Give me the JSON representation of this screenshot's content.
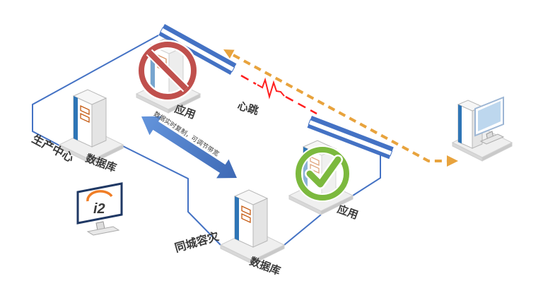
{
  "diagram": {
    "type": "same-city disaster recovery architecture",
    "nodes": {
      "production_app": {
        "label": "应用",
        "status_icon": "prohibited-icon"
      },
      "production_db": {
        "label": "数据库"
      },
      "production_center": {
        "label": "生产中心"
      },
      "dr_app": {
        "label": "应用",
        "status_icon": "check-icon"
      },
      "dr_db": {
        "label": "数据库"
      },
      "dr_center": {
        "label": "同城容灾"
      },
      "remote_client": {
        "icon": "workstation-icon"
      }
    },
    "links": {
      "heartbeat": {
        "label": "心跳",
        "style": "dashed"
      },
      "replication": {
        "label": "数据实时复制，可调节带宽",
        "style": "double-arrow"
      },
      "reroute": {
        "style": "dashed-arrow"
      }
    },
    "logo": {
      "text": "i2"
    },
    "colors": {
      "link_blue": "#4472C4",
      "stripe_blue": "#2E75B6",
      "arrow_orange": "#E8A33D",
      "heartbeat_red": "#FF1F1F",
      "ban_red": "#C0504D",
      "check_green": "#7CB93E",
      "label_text": "#3A3A3A",
      "logo_blue": "#1F4E9C",
      "logo_orange": "#F07E26"
    }
  }
}
